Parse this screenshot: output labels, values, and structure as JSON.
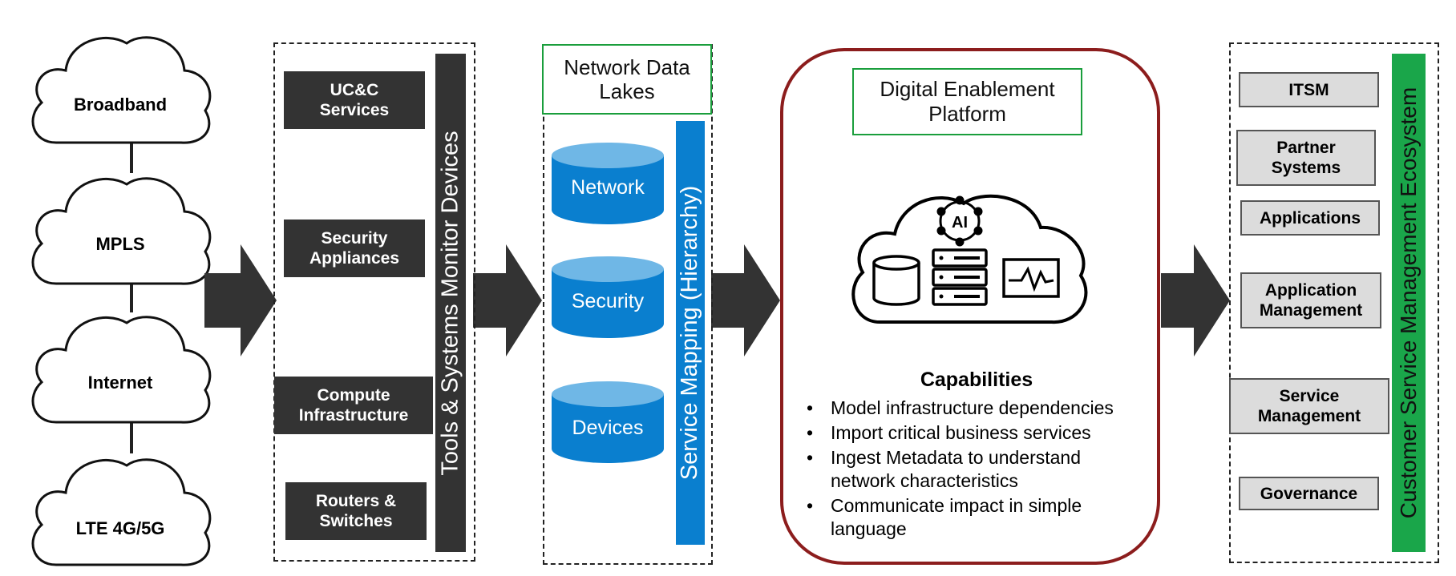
{
  "networks": [
    "Broadband",
    "MPLS",
    "Internet",
    "LTE 4G/5G"
  ],
  "devices": {
    "vertical_label": "Tools & Systems Monitor Devices",
    "items": [
      {
        "line1": "UC&C",
        "line2": "Services"
      },
      {
        "line1": "Security",
        "line2": "Appliances"
      },
      {
        "line1": "Compute",
        "line2": "Infrastructure"
      },
      {
        "line1": "Routers &",
        "line2": "Switches"
      }
    ]
  },
  "lakes": {
    "title_line1": "Network Data",
    "title_line2": "Lakes",
    "vertical_label": "Service Mapping (Hierarchy)",
    "items": [
      "Network",
      "Security",
      "Devices"
    ],
    "bar_color": "#0a7fcf"
  },
  "platform": {
    "title_line1": "Digital Enablement",
    "title_line2": "Platform",
    "ai_label": "AI",
    "capabilities_title": "Capabilities",
    "capabilities": [
      [
        "Model infrastructure dependencies"
      ],
      [
        "Import critical business services"
      ],
      [
        "Ingest Metadata to understand",
        "network characteristics"
      ],
      [
        "Communicate impact in simple",
        "language"
      ]
    ],
    "border_color": "#8c1d1d"
  },
  "ecosystem": {
    "vertical_label": "Customer Service Management Ecosystem",
    "bar_color": "#1aa64a",
    "items": [
      {
        "line1": "ITSM",
        "line2": ""
      },
      {
        "line1": "Partner",
        "line2": "Systems"
      },
      {
        "line1": "Applications",
        "line2": ""
      },
      {
        "line1": "Application",
        "line2": "Management"
      },
      {
        "line1": "Service",
        "line2": "Management"
      },
      {
        "line1": "Governance",
        "line2": ""
      }
    ]
  }
}
